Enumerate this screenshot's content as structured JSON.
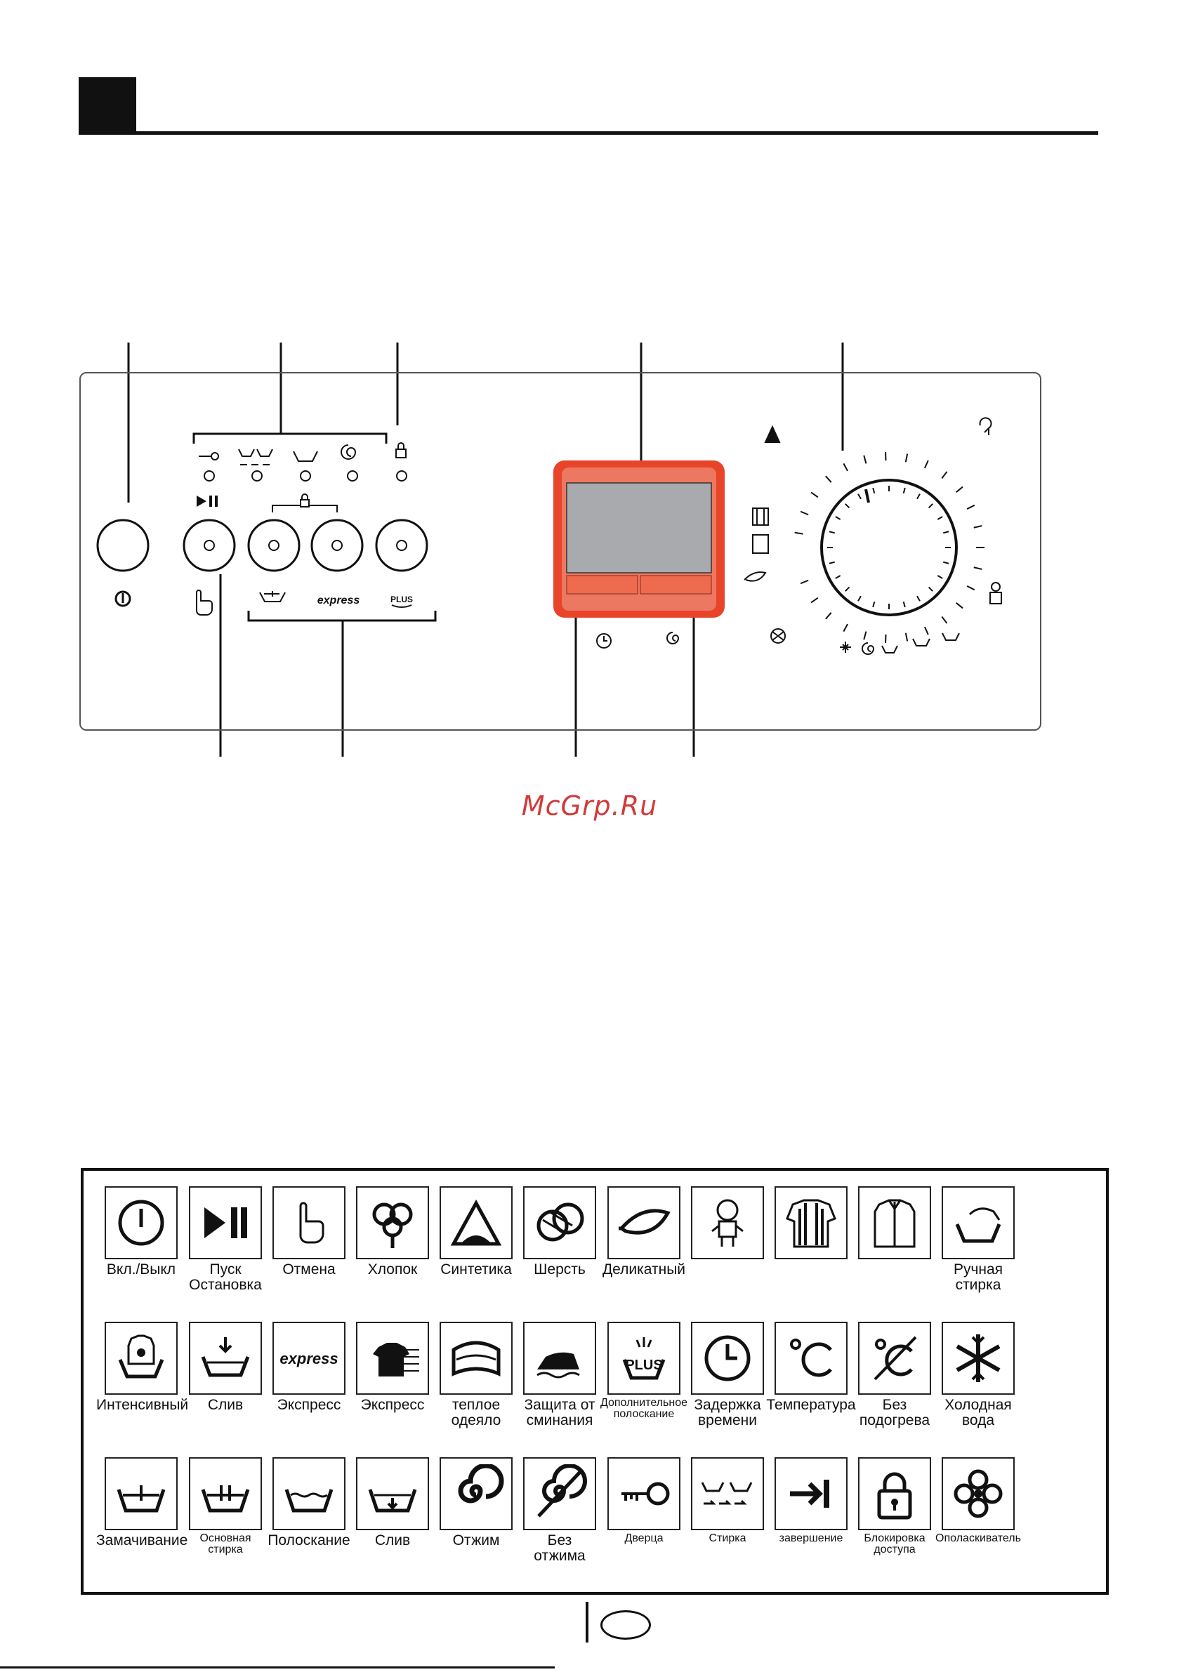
{
  "watermark": "McGrp.Ru",
  "colors": {
    "display_frame": "#e8442a",
    "display_screen": "#a8aaad"
  },
  "legend": [
    {
      "label": "Вкл./Выкл",
      "icon": "power-icon"
    },
    {
      "label": "Пуск\nОстановка",
      "icon": "start-pause-icon"
    },
    {
      "label": "Отмена",
      "icon": "hand-icon"
    },
    {
      "label": "Хлопок",
      "icon": "cotton-icon"
    },
    {
      "label": "Синтетика",
      "icon": "synthetics-icon"
    },
    {
      "label": "Шерсть",
      "icon": "wool-icon"
    },
    {
      "label": "Деликатный",
      "icon": "delicate-icon"
    },
    {
      "label": "",
      "icon": "baby-icon"
    },
    {
      "label": "",
      "icon": "shirt-striped-icon"
    },
    {
      "label": "",
      "icon": "shirt-icon"
    },
    {
      "label": "Ручная\nстирка",
      "icon": "handwash-icon"
    },
    {
      "label": "Интенсивный",
      "icon": "intensive-icon"
    },
    {
      "label": "Слив",
      "icon": "drain-icon"
    },
    {
      "label": "Экспресс",
      "icon": "express-icon"
    },
    {
      "label": "Экспресс",
      "icon": "express-shirt-icon"
    },
    {
      "label": "теплое\nодеяло",
      "icon": "blanket-icon"
    },
    {
      "label": "Защита от\nсминания",
      "icon": "iron-icon"
    },
    {
      "label": "Дополнительное\nполоскание",
      "icon": "rinse-plus-icon",
      "small": true
    },
    {
      "label": "Задержка\nвремени",
      "icon": "clock-icon"
    },
    {
      "label": "Температура",
      "icon": "celsius-icon"
    },
    {
      "label": "Без\nподогрева",
      "icon": "no-heat-icon"
    },
    {
      "label": "Холодная\nвода",
      "icon": "snowflake-icon"
    },
    {
      "label": "Замачивание",
      "icon": "prewash-icon"
    },
    {
      "label": "Основная\nстирка",
      "icon": "mainwash-icon",
      "small": true
    },
    {
      "label": "Полоскание",
      "icon": "rinse-icon"
    },
    {
      "label": "Слив",
      "icon": "drain-tub-icon"
    },
    {
      "label": "Отжим",
      "icon": "spin-icon"
    },
    {
      "label": "Без\nотжима",
      "icon": "no-spin-icon"
    },
    {
      "label": "Дверца",
      "icon": "key-icon",
      "small": true
    },
    {
      "label": "Стирка",
      "icon": "wash-sequence-icon",
      "small": true
    },
    {
      "label": "завершение",
      "icon": "end-icon",
      "small": true
    },
    {
      "label": "Блокировка\nдоступа",
      "icon": "lock-icon",
      "small": true
    },
    {
      "label": "Ополаскиватель",
      "icon": "softener-icon",
      "small": true
    }
  ]
}
